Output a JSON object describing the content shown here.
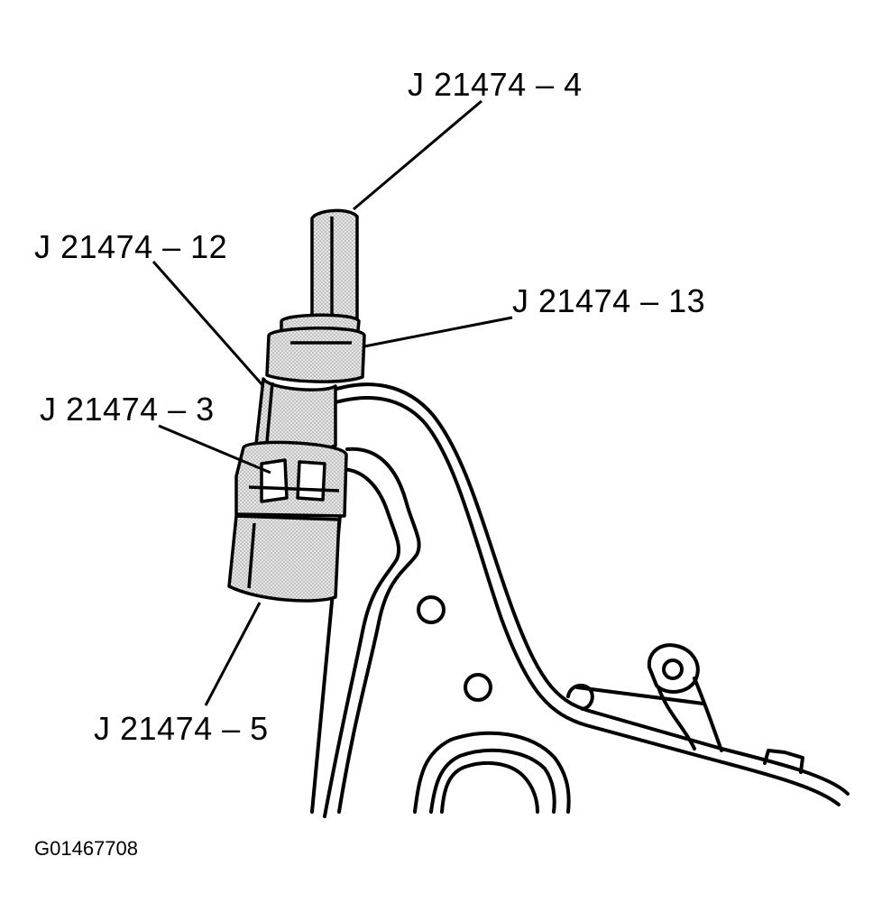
{
  "callouts": {
    "tool_4": "J 21474 – 4",
    "tool_12": "J 21474 – 12",
    "tool_13": "J 21474 – 13",
    "tool_3": "J 21474 – 3",
    "tool_5": "J 21474 – 5"
  },
  "figure_id": "G01467708",
  "colors": {
    "line": "#000000",
    "fill_tool": "#d9d9d9",
    "background": "#ffffff"
  }
}
